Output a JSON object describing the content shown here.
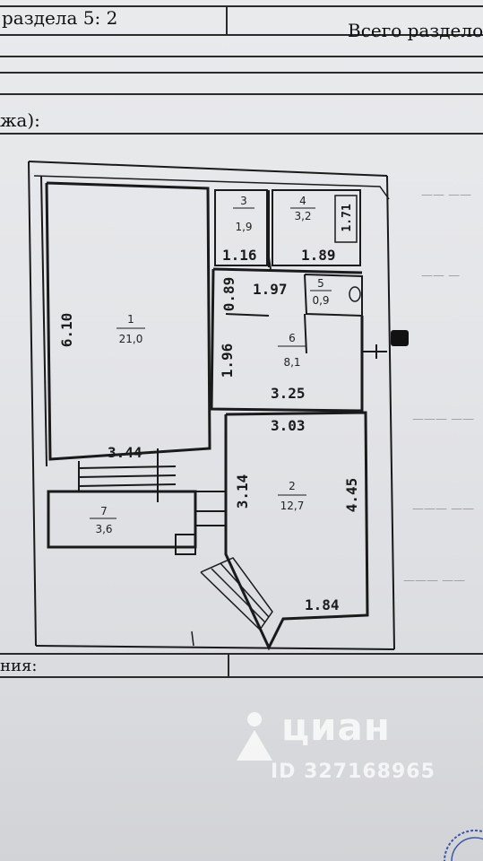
{
  "document": {
    "header_left": "раздела 5: 2",
    "header_right": "Всего разделов",
    "section_label": "жа):",
    "footer_label": "ния:"
  },
  "plan": {
    "dimensions": {
      "d_6_10": "6.10",
      "d_1_16": "1.16",
      "d_1_89": "1.89",
      "d_1_71": "1.71",
      "d_0_89": "0.89",
      "d_1_97": "1.97",
      "d_1_96": "1.96",
      "d_3_25": "3.25",
      "d_3_03": "3.03",
      "d_3_44": "3.44",
      "d_3_14": "3.14",
      "d_4_45": "4.45",
      "d_1_84": "1.84"
    },
    "rooms": [
      {
        "num": "1",
        "area": "21,0"
      },
      {
        "num": "2",
        "area": "12,7"
      },
      {
        "num": "3",
        "area": "1,9"
      },
      {
        "num": "4",
        "area": "3,2"
      },
      {
        "num": "5",
        "area": "0,9"
      },
      {
        "num": "6",
        "area": "8,1"
      },
      {
        "num": "7",
        "area": "3,6"
      }
    ]
  },
  "watermark": {
    "brand": "циан",
    "id": "ID 327168965"
  }
}
